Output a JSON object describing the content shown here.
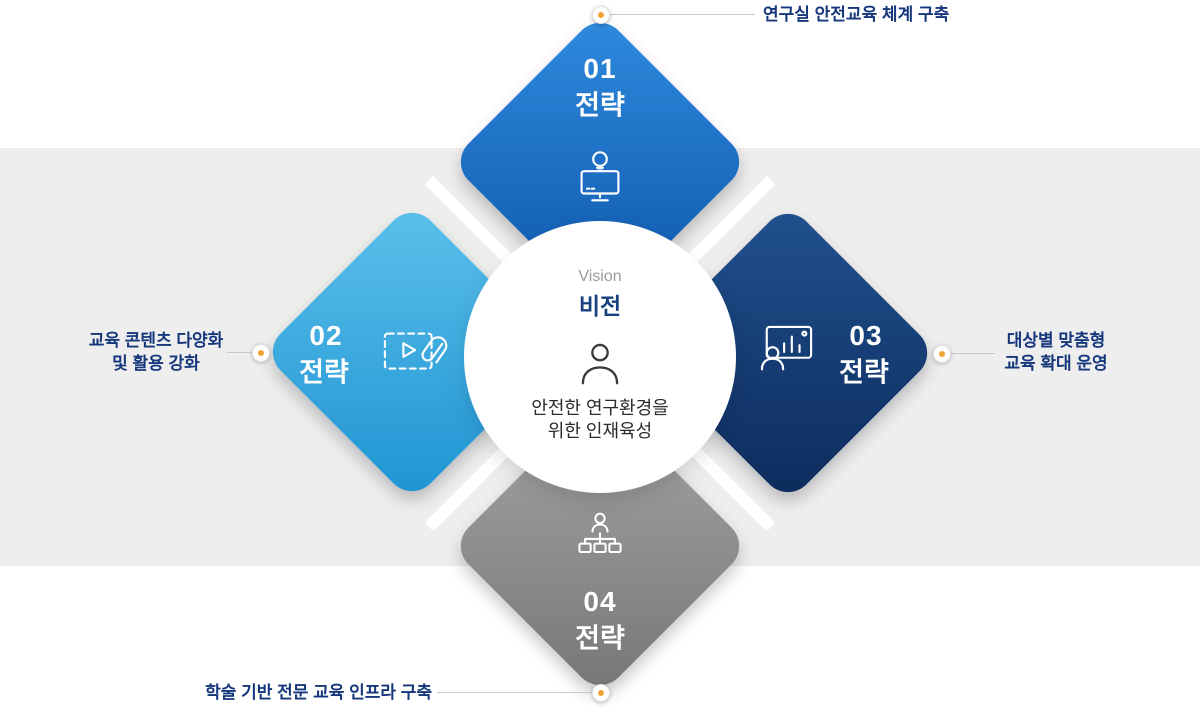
{
  "center": {
    "vision_en": "Vision",
    "vision_ko": "비전",
    "desc_line1": "안전한 연구환경을",
    "desc_line2": "위한 인재육성",
    "icon": "person-icon"
  },
  "strategies": {
    "top": {
      "number": "01",
      "label": "전략",
      "icon": "monitor-lightbulb-icon",
      "callout": "연구실 안전교육 체계 구축"
    },
    "left": {
      "number": "02",
      "label": "전략",
      "icon": "video-content-icon",
      "callout_line1": "교육 콘텐츠 다양화",
      "callout_line2": "및 활용 강화"
    },
    "right": {
      "number": "03",
      "label": "전략",
      "icon": "audience-chart-icon",
      "callout_line1": "대상별 맞춤형",
      "callout_line2": "교육 확대 운영"
    },
    "bottom": {
      "number": "04",
      "label": "전략",
      "icon": "org-hierarchy-icon",
      "callout": "학술 기반 전문 교육 인프라 구축"
    }
  },
  "colors": {
    "band": "#eeeeee",
    "callout_text": "#16377c",
    "dot_accent": "#f0a332",
    "vision_ko_color": "#16417e",
    "strategy_top": [
      "#2f8bde",
      "#0d55aa"
    ],
    "strategy_left": [
      "#5cc1ea",
      "#1e93d3"
    ],
    "strategy_right": [
      "#21518f",
      "#0d2b5c"
    ],
    "strategy_bottom": [
      "#a6a6a6",
      "#767676"
    ]
  }
}
